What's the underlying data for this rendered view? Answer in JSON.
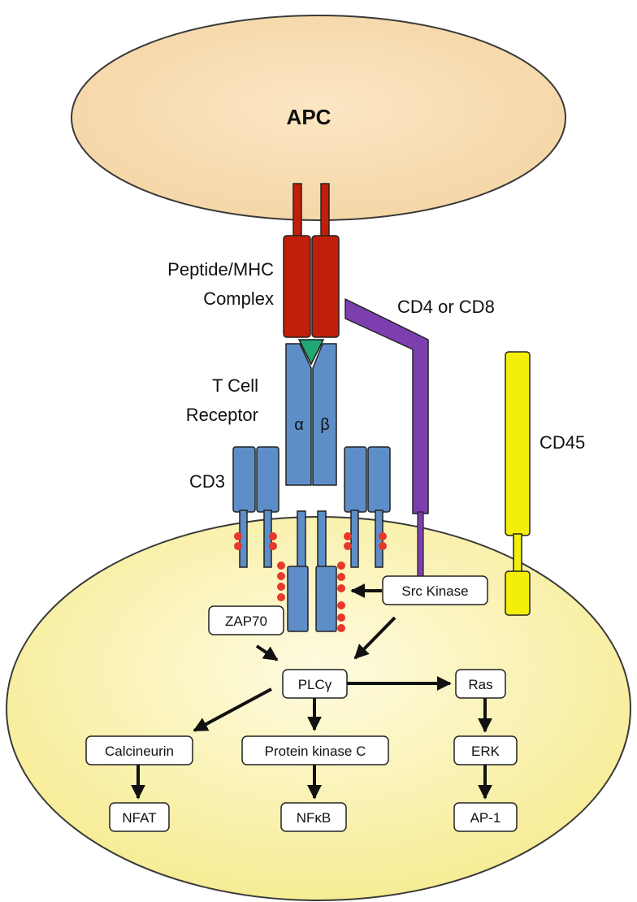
{
  "labels": {
    "apc": "APC",
    "pmhc_line1": "Peptide/MHC",
    "pmhc_line2": "Complex",
    "cd4_cd8": "CD4 or CD8",
    "tcr_line1": "T Cell",
    "tcr_line2": "Receptor",
    "alpha": "α",
    "beta": "β",
    "cd3": "CD3",
    "cd45": "CD45"
  },
  "nodes": {
    "src_kinase": "Src Kinase",
    "zap70": "ZAP70",
    "plcg": "PLCγ",
    "ras": "Ras",
    "calcineurin": "Calcineurin",
    "pkc": "Protein kinase C",
    "erk": "ERK",
    "nfat": "NFAT",
    "nfkb": "NFκB",
    "ap1": "AP-1"
  },
  "colors": {
    "apc_fill": "#f8ddb2",
    "tcell_fill": "#fbf4b0",
    "mhc": "#c11f0a",
    "peptide": "#1fa774",
    "tcr": "#5e8ec7",
    "coreceptor": "#7d3fb0",
    "cd45": "#f4ef0a",
    "phospho": "#e8382a"
  }
}
